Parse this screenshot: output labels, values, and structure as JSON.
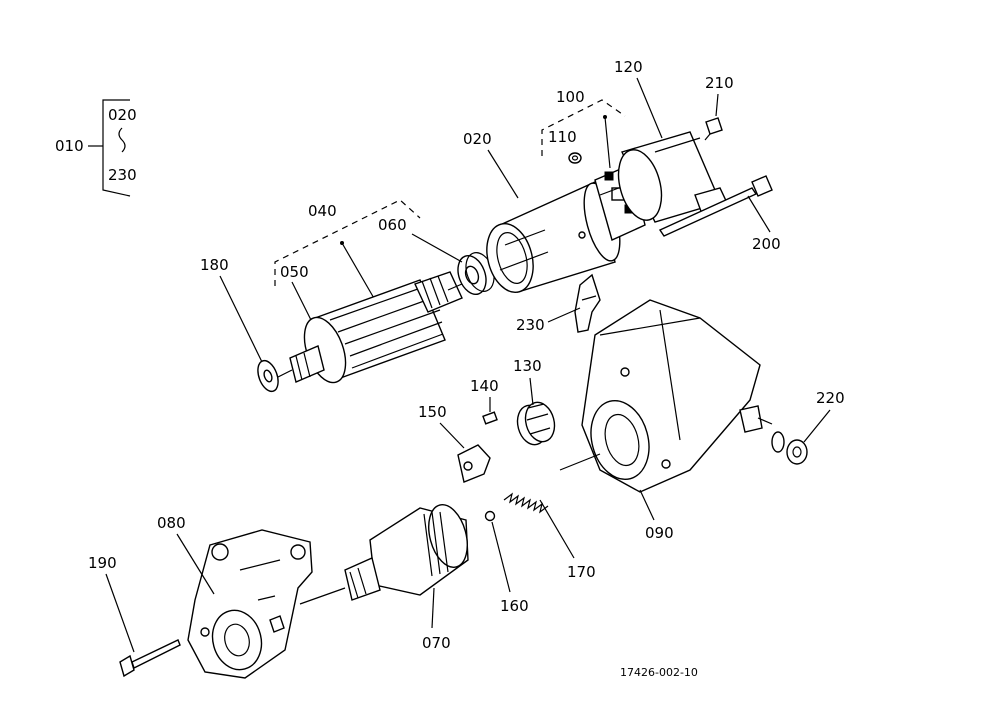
{
  "diagram": {
    "reference_code": "17426-002-10",
    "labels": {
      "p010": "010",
      "p020_top": "020",
      "p020": "020",
      "p230_bracket": "230",
      "p230": "230",
      "p040": "040",
      "p050": "050",
      "p060": "060",
      "p070": "070",
      "p080": "080",
      "p090": "090",
      "p100": "100",
      "p110": "110",
      "p120": "120",
      "p130": "130",
      "p140": "140",
      "p150": "150",
      "p160": "160",
      "p170": "170",
      "p180": "180",
      "p190": "190",
      "p200": "200",
      "p210": "210",
      "p220": "220"
    }
  }
}
